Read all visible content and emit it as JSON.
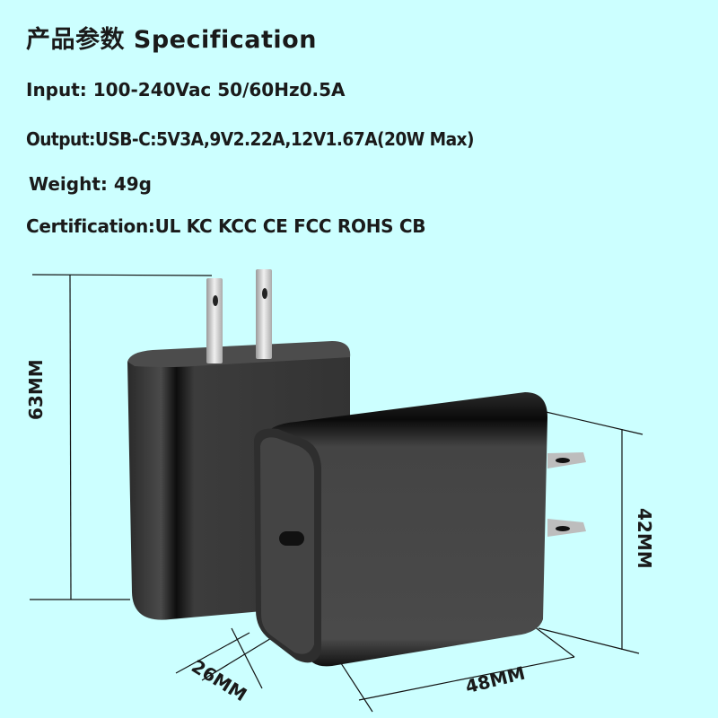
{
  "specs": {
    "title_cn": "产品参数",
    "title_en": "Specification",
    "input": "Input: 100-240Vac 50/60Hz0.5A",
    "output": "Output:USB-C:5V3A,9V2.22A,12V1.67A(20W Max)",
    "weight": "Weight: 49g",
    "certification": "Certification:UL KC KCC CE FCC ROHS CB"
  },
  "dimensions": {
    "height": "63MM",
    "depth_height": "42MM",
    "thickness": "26MM",
    "width": "48MM"
  },
  "product": {
    "name": "USB-C wall charger",
    "port": "usb-c-port-icon",
    "plug": "us-plug-prongs-icon"
  },
  "colors": {
    "background": "#ccffff",
    "text": "#1a1a1a",
    "charger_body": "#3a3a3a"
  }
}
